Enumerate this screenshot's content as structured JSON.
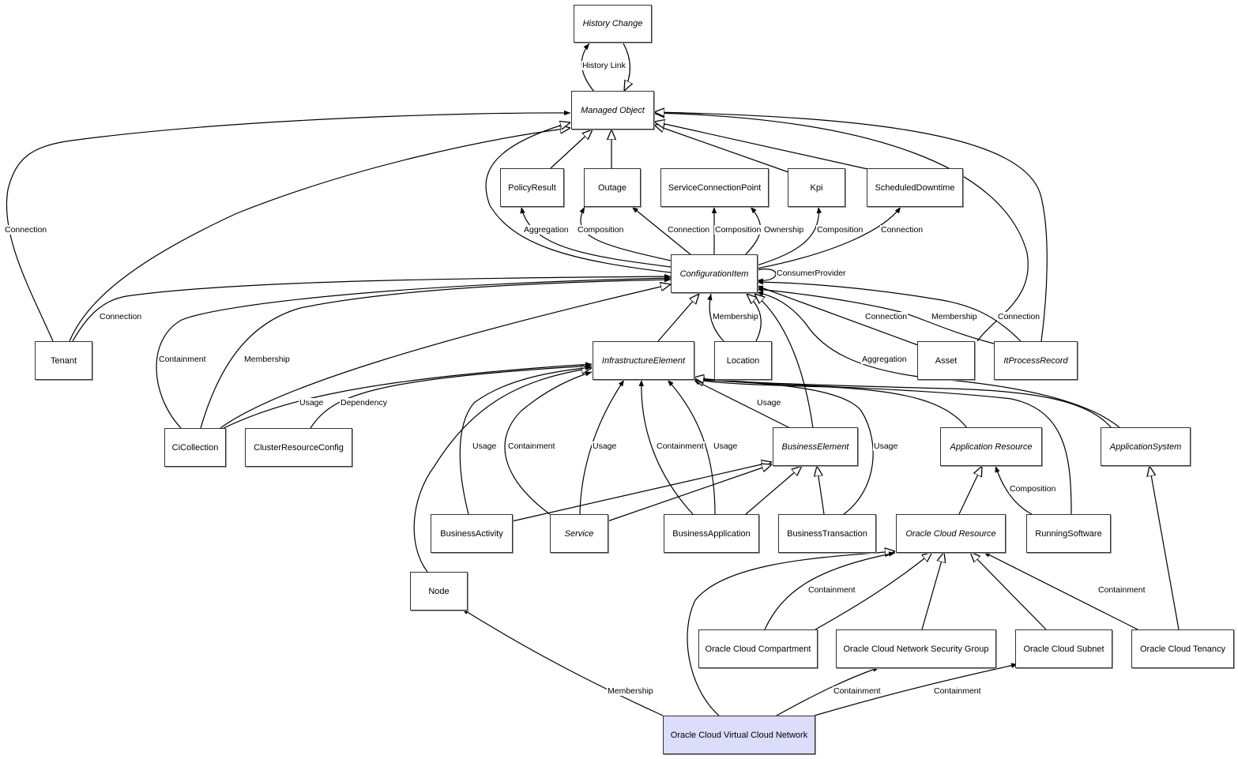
{
  "diagram": {
    "nodes": [
      {
        "id": "history_change",
        "label": "History Change",
        "abstract": true
      },
      {
        "id": "managed_object",
        "label": "Managed Object",
        "abstract": true
      },
      {
        "id": "policy_result",
        "label": "PolicyResult"
      },
      {
        "id": "outage",
        "label": "Outage"
      },
      {
        "id": "service_connection_point",
        "label": "ServiceConnectionPoint"
      },
      {
        "id": "kpi",
        "label": "Kpi"
      },
      {
        "id": "scheduled_downtime",
        "label": "ScheduledDowntime"
      },
      {
        "id": "configuration_item",
        "label": "ConfigurationItem",
        "abstract": true
      },
      {
        "id": "tenant",
        "label": "Tenant"
      },
      {
        "id": "infrastructure_element",
        "label": "InfrastructureElement",
        "abstract": true
      },
      {
        "id": "location",
        "label": "Location"
      },
      {
        "id": "asset",
        "label": "Asset"
      },
      {
        "id": "it_process_record",
        "label": "ItProcessRecord",
        "abstract": true
      },
      {
        "id": "ci_collection",
        "label": "CiCollection"
      },
      {
        "id": "cluster_resource_config",
        "label": "ClusterResourceConfig"
      },
      {
        "id": "business_element",
        "label": "BusinessElement",
        "abstract": true
      },
      {
        "id": "application_resource",
        "label": "Application Resource",
        "abstract": true
      },
      {
        "id": "application_system",
        "label": "ApplicationSystem",
        "abstract": true
      },
      {
        "id": "business_activity",
        "label": "BusinessActivity"
      },
      {
        "id": "service",
        "label": "Service",
        "abstract": true
      },
      {
        "id": "business_application",
        "label": "BusinessApplication"
      },
      {
        "id": "business_transaction",
        "label": "BusinessTransaction"
      },
      {
        "id": "oracle_cloud_resource",
        "label": "Oracle Cloud Resource",
        "abstract": true
      },
      {
        "id": "running_software",
        "label": "RunningSoftware"
      },
      {
        "id": "node",
        "label": "Node"
      },
      {
        "id": "oracle_cloud_compartment",
        "label": "Oracle Cloud Compartment"
      },
      {
        "id": "oracle_cloud_nsg",
        "label": "Oracle Cloud Network Security Group"
      },
      {
        "id": "oracle_cloud_subnet",
        "label": "Oracle Cloud Subnet"
      },
      {
        "id": "oracle_cloud_tenancy",
        "label": "Oracle Cloud Tenancy"
      },
      {
        "id": "oracle_cloud_vcn",
        "label": "Oracle Cloud Virtual Cloud Network",
        "highlighted": true
      }
    ],
    "edges": [
      {
        "from": "managed_object",
        "to": "history_change",
        "type": "association",
        "label": "History Link"
      },
      {
        "from": "history_change",
        "to": "managed_object",
        "type": "inheritance",
        "label": ""
      },
      {
        "from": "tenant",
        "to": "managed_object",
        "type": "association",
        "label": "Connection"
      },
      {
        "from": "tenant",
        "to": "managed_object",
        "type": "inheritance",
        "label": ""
      },
      {
        "from": "configuration_item",
        "to": "managed_object",
        "type": "inheritance",
        "label": ""
      },
      {
        "from": "policy_result",
        "to": "managed_object",
        "type": "inheritance",
        "label": ""
      },
      {
        "from": "outage",
        "to": "managed_object",
        "type": "inheritance",
        "label": ""
      },
      {
        "from": "kpi",
        "to": "managed_object",
        "type": "inheritance",
        "label": ""
      },
      {
        "from": "scheduled_downtime",
        "to": "managed_object",
        "type": "inheritance",
        "label": ""
      },
      {
        "from": "asset",
        "to": "managed_object",
        "type": "inheritance",
        "label": ""
      },
      {
        "from": "it_process_record",
        "to": "managed_object",
        "type": "inheritance",
        "label": ""
      },
      {
        "from": "configuration_item",
        "to": "policy_result",
        "type": "association",
        "label": "Aggregation"
      },
      {
        "from": "configuration_item",
        "to": "outage",
        "type": "association",
        "label": "Composition"
      },
      {
        "from": "configuration_item",
        "to": "outage",
        "type": "association",
        "label": "Connection"
      },
      {
        "from": "configuration_item",
        "to": "service_connection_point",
        "type": "association",
        "label": "Composition"
      },
      {
        "from": "configuration_item",
        "to": "service_connection_point",
        "type": "association",
        "label": "Ownership"
      },
      {
        "from": "configuration_item",
        "to": "kpi",
        "type": "association",
        "label": "Composition"
      },
      {
        "from": "configuration_item",
        "to": "scheduled_downtime",
        "type": "association",
        "label": "Connection"
      },
      {
        "from": "configuration_item",
        "to": "configuration_item",
        "type": "association",
        "label": "ConsumerProvider"
      },
      {
        "from": "tenant",
        "to": "configuration_item",
        "type": "association",
        "label": "Connection"
      },
      {
        "from": "ci_collection",
        "to": "configuration_item",
        "type": "association",
        "label": "Containment"
      },
      {
        "from": "ci_collection",
        "to": "configuration_item",
        "type": "association",
        "label": "Membership"
      },
      {
        "from": "ci_collection",
        "to": "configuration_item",
        "type": "inheritance",
        "label": ""
      },
      {
        "from": "infrastructure_element",
        "to": "configuration_item",
        "type": "inheritance",
        "label": ""
      },
      {
        "from": "location",
        "to": "configuration_item",
        "type": "association",
        "label": "Membership"
      },
      {
        "from": "location",
        "to": "configuration_item",
        "type": "inheritance",
        "label": ""
      },
      {
        "from": "business_element",
        "to": "configuration_item",
        "type": "inheritance",
        "label": ""
      },
      {
        "from": "asset",
        "to": "configuration_item",
        "type": "association",
        "label": "Connection"
      },
      {
        "from": "it_process_record",
        "to": "configuration_item",
        "type": "association",
        "label": "Membership"
      },
      {
        "from": "it_process_record",
        "to": "configuration_item",
        "type": "association",
        "label": "Connection"
      },
      {
        "from": "application_system",
        "to": "configuration_item",
        "type": "association",
        "label": "Aggregation"
      },
      {
        "from": "application_system",
        "to": "configuration_item",
        "type": "inheritance",
        "label": ""
      },
      {
        "from": "ci_collection",
        "to": "infrastructure_element",
        "type": "association",
        "label": "Usage"
      },
      {
        "from": "cluster_resource_config",
        "to": "infrastructure_element",
        "type": "association",
        "label": "Dependency"
      },
      {
        "from": "node",
        "to": "infrastructure_element",
        "type": "inheritance",
        "label": ""
      },
      {
        "from": "business_activity",
        "to": "infrastructure_element",
        "type": "association",
        "label": "Usage"
      },
      {
        "from": "service",
        "to": "infrastructure_element",
        "type": "association",
        "label": "Containment"
      },
      {
        "from": "service",
        "to": "infrastructure_element",
        "type": "association",
        "label": "Usage"
      },
      {
        "from": "business_application",
        "to": "infrastructure_element",
        "type": "association",
        "label": "Containment"
      },
      {
        "from": "business_application",
        "to": "infrastructure_element",
        "type": "association",
        "label": "Usage"
      },
      {
        "from": "business_element",
        "to": "infrastructure_element",
        "type": "association",
        "label": "Usage"
      },
      {
        "from": "business_transaction",
        "to": "infrastructure_element",
        "type": "association",
        "label": "Usage"
      },
      {
        "from": "application_resource",
        "to": "infrastructure_element",
        "type": "inheritance",
        "label": ""
      },
      {
        "from": "running_software",
        "to": "infrastructure_element",
        "type": "inheritance",
        "label": ""
      },
      {
        "from": "application_system",
        "to": "infrastructure_element",
        "type": "inheritance",
        "label": ""
      },
      {
        "from": "business_activity",
        "to": "business_element",
        "type": "inheritance",
        "label": ""
      },
      {
        "from": "service",
        "to": "business_element",
        "type": "inheritance",
        "label": ""
      },
      {
        "from": "business_application",
        "to": "business_element",
        "type": "inheritance",
        "label": ""
      },
      {
        "from": "business_transaction",
        "to": "business_element",
        "type": "inheritance",
        "label": ""
      },
      {
        "from": "oracle_cloud_resource",
        "to": "application_resource",
        "type": "inheritance",
        "label": ""
      },
      {
        "from": "running_software",
        "to": "application_resource",
        "type": "association",
        "label": "Composition"
      },
      {
        "from": "oracle_cloud_tenancy",
        "to": "application_system",
        "type": "inheritance",
        "label": ""
      },
      {
        "from": "oracle_cloud_vcn",
        "to": "oracle_cloud_resource",
        "type": "inheritance",
        "label": ""
      },
      {
        "from": "oracle_cloud_compartment",
        "to": "oracle_cloud_resource",
        "type": "association",
        "label": "Containment"
      },
      {
        "from": "oracle_cloud_compartment",
        "to": "oracle_cloud_resource",
        "type": "inheritance",
        "label": ""
      },
      {
        "from": "oracle_cloud_nsg",
        "to": "oracle_cloud_resource",
        "type": "inheritance",
        "label": ""
      },
      {
        "from": "oracle_cloud_subnet",
        "to": "oracle_cloud_resource",
        "type": "inheritance",
        "label": ""
      },
      {
        "from": "oracle_cloud_tenancy",
        "to": "oracle_cloud_resource",
        "type": "association",
        "label": "Containment"
      },
      {
        "from": "oracle_cloud_vcn",
        "to": "node",
        "type": "association",
        "label": "Membership"
      },
      {
        "from": "oracle_cloud_vcn",
        "to": "oracle_cloud_nsg",
        "type": "association",
        "label": "Containment"
      },
      {
        "from": "oracle_cloud_vcn",
        "to": "oracle_cloud_subnet",
        "type": "association",
        "label": "Containment"
      }
    ]
  }
}
